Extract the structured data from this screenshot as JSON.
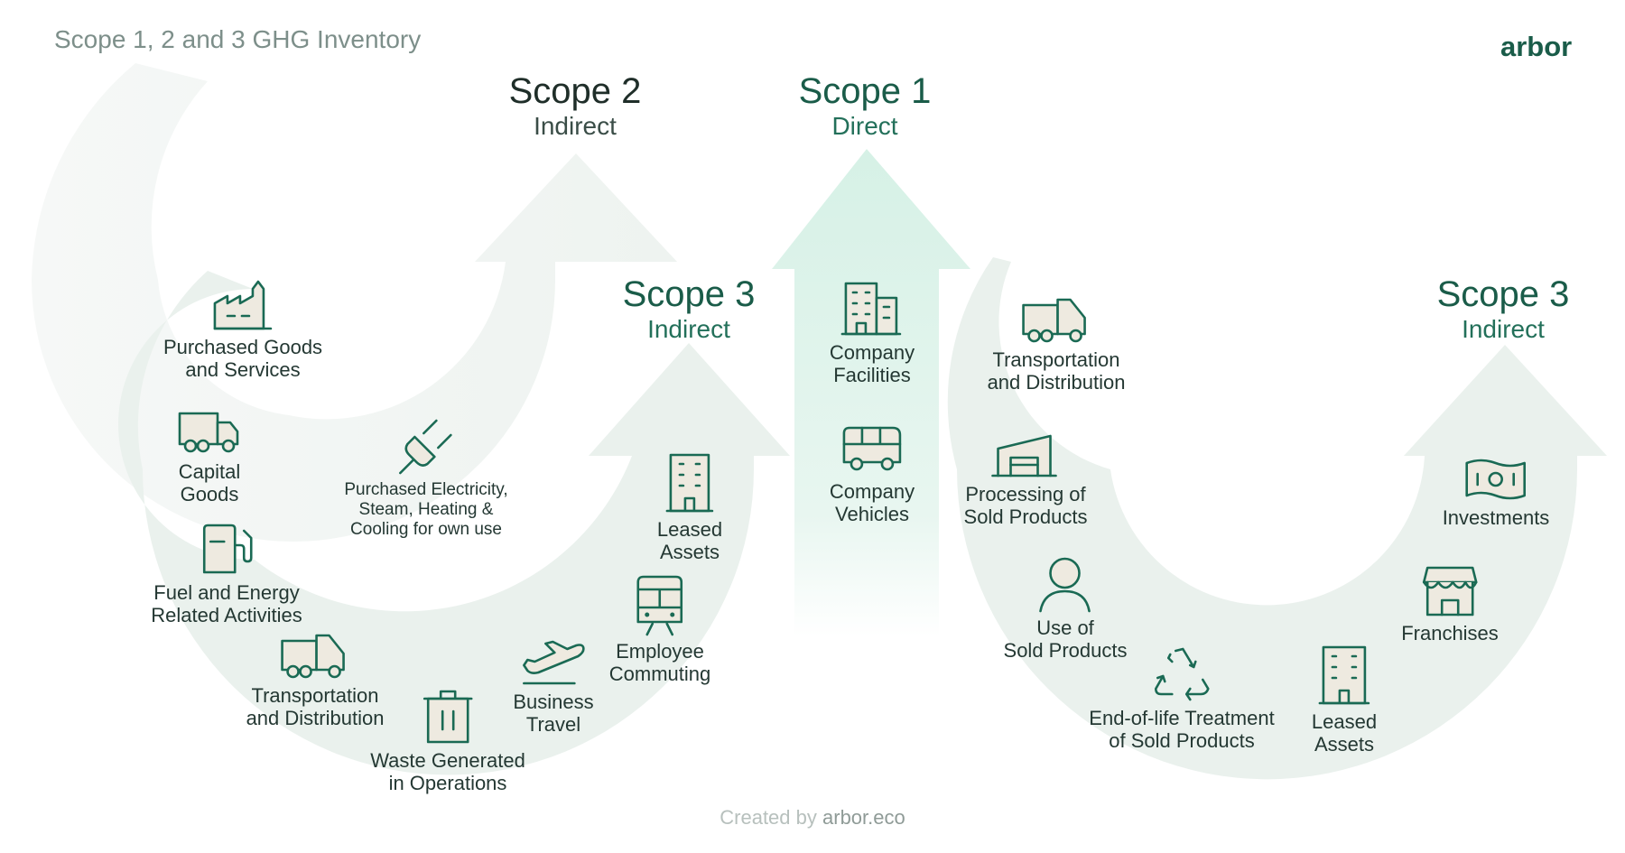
{
  "title": "Scope 1, 2 and 3 GHG Inventory",
  "logo_text": "arbor",
  "footer": {
    "prefix": "Created by",
    "brand": "arbor.eco"
  },
  "scopes": {
    "scope2": {
      "name": "Scope 2",
      "sub": "Indirect"
    },
    "scope1": {
      "name": "Scope 1",
      "sub": "Direct"
    },
    "scope3_upstream": {
      "name": "Scope 3",
      "sub": "Indirect"
    },
    "scope3_downstream": {
      "name": "Scope 3",
      "sub": "Indirect"
    }
  },
  "upstream": [
    {
      "icon": "factory-icon",
      "label": [
        "Purchased Goods",
        "and Services"
      ]
    },
    {
      "icon": "truck-icon",
      "label": [
        "Capital",
        "Goods"
      ]
    },
    {
      "icon": "fuel-pump-icon",
      "label": [
        "Fuel and Energy",
        "Related Activities"
      ]
    },
    {
      "icon": "truck-icon",
      "label": [
        "Transportation",
        "and Distribution"
      ]
    },
    {
      "icon": "trash-icon",
      "label": [
        "Waste Generated",
        "in Operations"
      ]
    },
    {
      "icon": "airplane-icon",
      "label": [
        "Business",
        "Travel"
      ]
    },
    {
      "icon": "train-icon",
      "label": [
        "Employee",
        "Commuting"
      ]
    },
    {
      "icon": "building-icon",
      "label": [
        "Leased",
        "Assets"
      ]
    }
  ],
  "scope2_items": [
    {
      "icon": "plug-icon",
      "label": [
        "Purchased Electricity,",
        "Steam, Heating &",
        "Cooling for own use"
      ]
    }
  ],
  "scope1_items": [
    {
      "icon": "facility-icon",
      "label": [
        "Company",
        "Facilities"
      ]
    },
    {
      "icon": "bus-icon",
      "label": [
        "Company",
        "Vehicles"
      ]
    }
  ],
  "downstream": [
    {
      "icon": "truck-icon",
      "label": [
        "Transportation",
        "and Distribution"
      ]
    },
    {
      "icon": "warehouse-icon",
      "label": [
        "Processing of",
        "Sold Products"
      ]
    },
    {
      "icon": "user-icon",
      "label": [
        "Use of",
        "Sold Products"
      ]
    },
    {
      "icon": "recycle-icon",
      "label": [
        "End-of-life Treatment",
        "of Sold Products"
      ]
    },
    {
      "icon": "building-icon",
      "label": [
        "Leased",
        "Assets"
      ]
    },
    {
      "icon": "store-icon",
      "label": [
        "Franchises"
      ]
    },
    {
      "icon": "banknote-icon",
      "label": [
        "Investments"
      ]
    }
  ],
  "colors": {
    "accent": "#1a6a54",
    "shape_light": "#f1f5f2",
    "shape_mid": "#e6f0eb",
    "scope1_arrow": "#dcf2ea"
  }
}
